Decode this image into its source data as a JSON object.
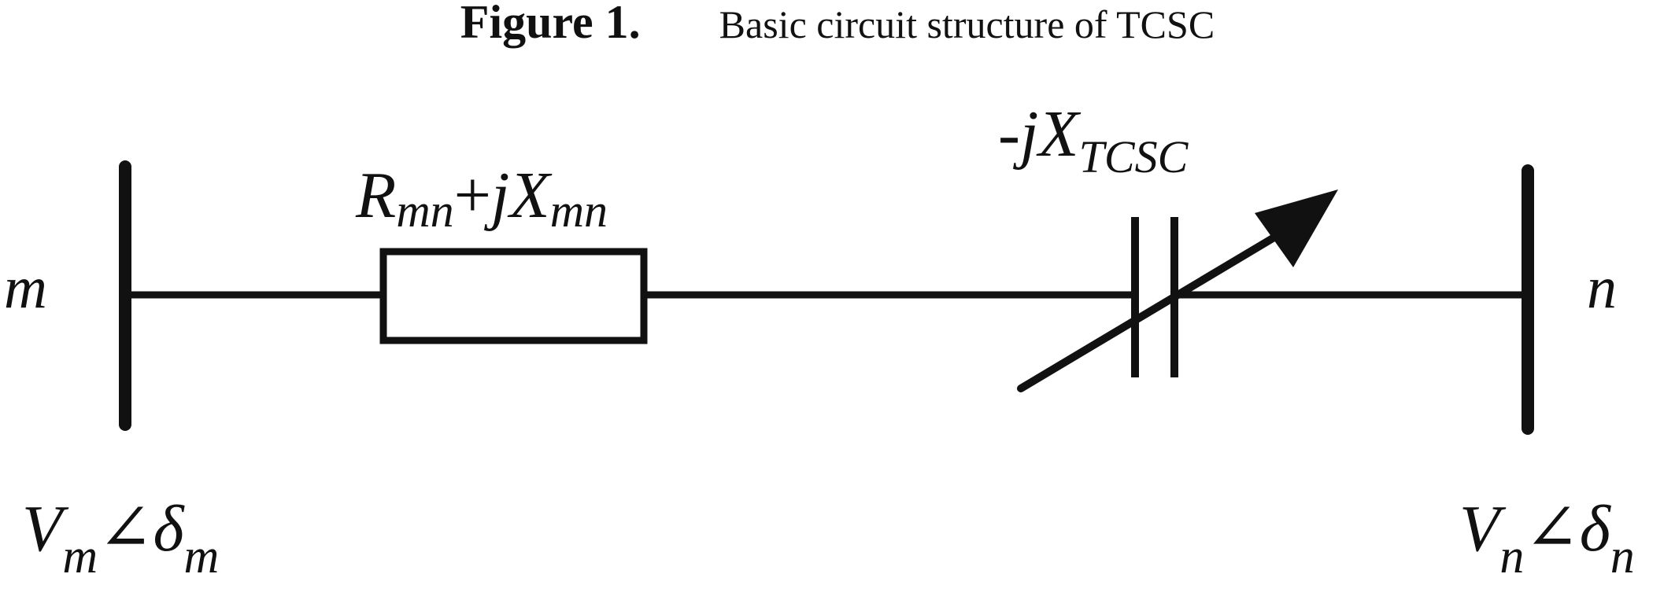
{
  "caption": {
    "label": "Figure 1.",
    "text": "Basic circuit structure of TCSC"
  },
  "buses": {
    "left": {
      "name": "m",
      "voltage_symbol": "V",
      "voltage_subscript": "m",
      "angle_symbol": "∠",
      "phase_symbol": "δ",
      "phase_subscript": "m"
    },
    "right": {
      "name": "n",
      "voltage_symbol": "V",
      "voltage_subscript": "n",
      "angle_symbol": "∠",
      "phase_symbol": "δ",
      "phase_subscript": "n"
    }
  },
  "impedance": {
    "r_symbol": "R",
    "r_subscript": "mn",
    "operator": "+",
    "jx_symbol": "jX",
    "jx_subscript": "mn"
  },
  "tcsc": {
    "symbol": "-jX",
    "subscript": "TCSC"
  },
  "colors": {
    "ink": "#111111",
    "background": "#ffffff"
  }
}
